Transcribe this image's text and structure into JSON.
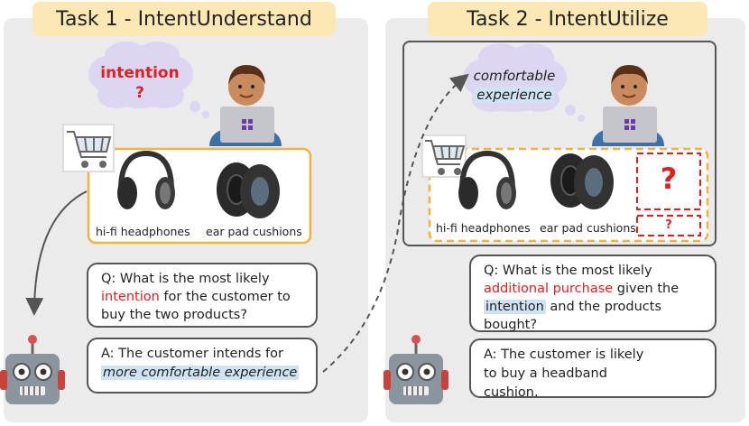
{
  "task1": {
    "title": "Task 1 -  IntentUnderstand",
    "thought_line1": "intention",
    "thought_line2": "?",
    "products": [
      "hi-fi headphones",
      "ear pad cushions"
    ],
    "question": {
      "prefix": "Q: What is the most likely",
      "highlight": "intention",
      "suffix": " for the customer to buy the two products?"
    },
    "answer": {
      "prefix": "A: The customer intends for",
      "highlight": "more comfortable experience"
    }
  },
  "task2": {
    "title": "Task 2 - IntentUtilize",
    "thought_line1": "comfortable",
    "thought_line2": "experience",
    "products": [
      "hi-fi headphones",
      "ear pad cushions"
    ],
    "unknown_mark": "?",
    "question": {
      "prefix": "Q: What is the most likely",
      "highlight_red": "additional purchase",
      "mid": " given the ",
      "highlight_blue": "intention",
      "suffix": " and the products bought?"
    },
    "answer": {
      "text": "A: The customer is likely to buy a headband cushion."
    }
  },
  "colors": {
    "panel_bg": "#ebebeb",
    "title_bg": "#fbe8b4",
    "accent_red": "#e02020",
    "highlight_blue": "#cfe3f3",
    "dashed_orange": "#f0b43c",
    "cloud": "#dcd6f2"
  }
}
